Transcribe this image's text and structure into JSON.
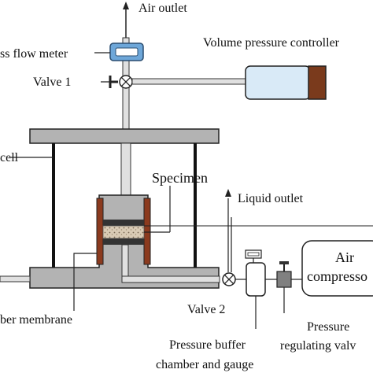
{
  "labels": {
    "air_outlet": "Air outlet",
    "mass_flow_meter": "ss flow meter",
    "volume_pressure_controller": "Volume pressure controller",
    "valve_1": "Valve 1",
    "cell": "cell",
    "specimen": "Specimen",
    "liquid_outlet": "Liquid outlet",
    "air_compressor_line1": "Air",
    "air_compressor_line2": "compresso",
    "rubber_membrane": "ber membrane",
    "valve_2": "Valve 2",
    "pressure_buffer_line1": "Pressure buffer",
    "pressure_buffer_line2": "chamber and gauge",
    "pressure_regulating_line1": "Pressure",
    "pressure_regulating_line2": "regulating valv"
  },
  "colors": {
    "line": "#222222",
    "plate_fill": "#b3b3b3",
    "pipe_fill": "#d8d8d8",
    "membrane": "#8b3a1e",
    "specimen": "#d9cbb5",
    "controller_body": "#d9eaf7",
    "controller_cap": "#7a3a1c",
    "flow_meter": "#6ea7d9"
  }
}
